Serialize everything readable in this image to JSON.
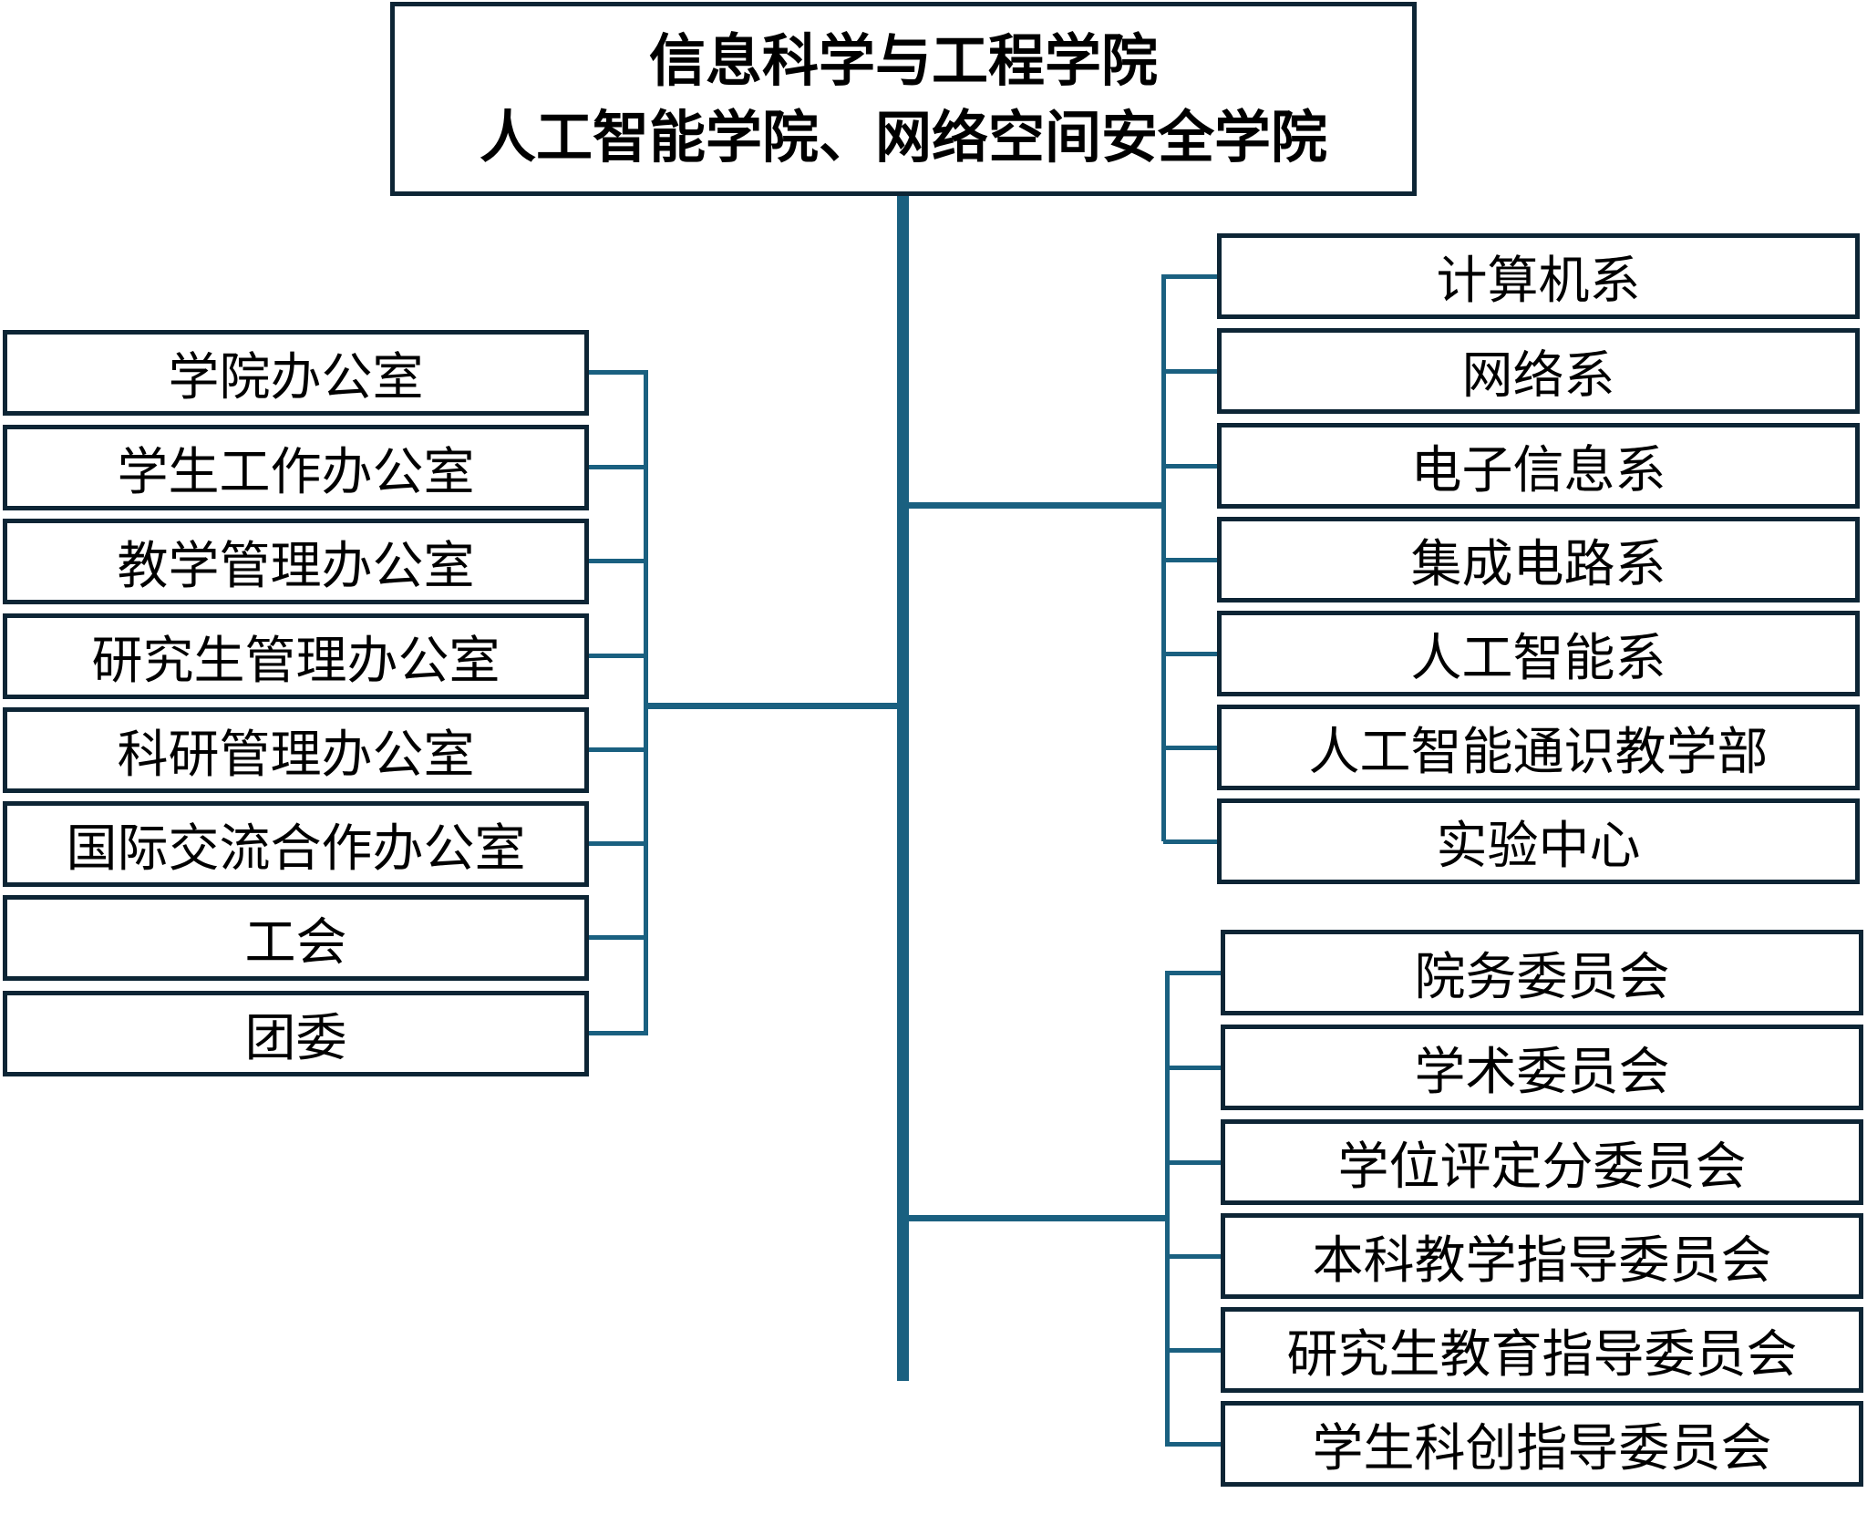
{
  "title": {
    "line1": "信息科学与工程学院",
    "line2": "人工智能学院、网络空间安全学院"
  },
  "colors": {
    "box_border": "#0d2535",
    "connector": "#1a6080",
    "text": "#000000",
    "background": "#ffffff"
  },
  "left_offices": [
    {
      "label": "学院办公室"
    },
    {
      "label": "学生工作办公室"
    },
    {
      "label": "教学管理办公室"
    },
    {
      "label": "研究生管理办公室"
    },
    {
      "label": "科研管理办公室"
    },
    {
      "label": "国际交流合作办公室"
    },
    {
      "label": "工会"
    },
    {
      "label": "团委"
    }
  ],
  "departments": [
    {
      "label": "计算机系"
    },
    {
      "label": "网络系"
    },
    {
      "label": "电子信息系"
    },
    {
      "label": "集成电路系"
    },
    {
      "label": "人工智能系"
    },
    {
      "label": "人工智能通识教学部"
    },
    {
      "label": "实验中心"
    }
  ],
  "committees": [
    {
      "label": "院务委员会"
    },
    {
      "label": "学术委员会"
    },
    {
      "label": "学位评定分委员会"
    },
    {
      "label": "本科教学指导委员会"
    },
    {
      "label": "研究生教育指导委员会"
    },
    {
      "label": "学生科创指导委员会"
    }
  ]
}
